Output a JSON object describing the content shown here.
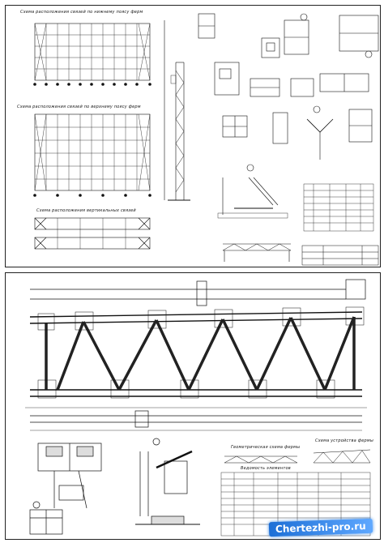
{
  "sheet1": {
    "captions": {
      "lower_bracing": "Схема расположения связей по нижнему поясу ферм",
      "upper_bracing": "Схема расположения связей по верхнему поясу ферм",
      "vertical_bracing": "Схема расположения вертикальных связей"
    }
  },
  "sheet2": {
    "captions": {
      "truss_geometry": "Геометрическая схема фермы",
      "truss_scheme": "Схема устройства фермы",
      "spec_table": "Ведомость элементов"
    }
  },
  "watermark": "Chertezhi-pro.ru"
}
